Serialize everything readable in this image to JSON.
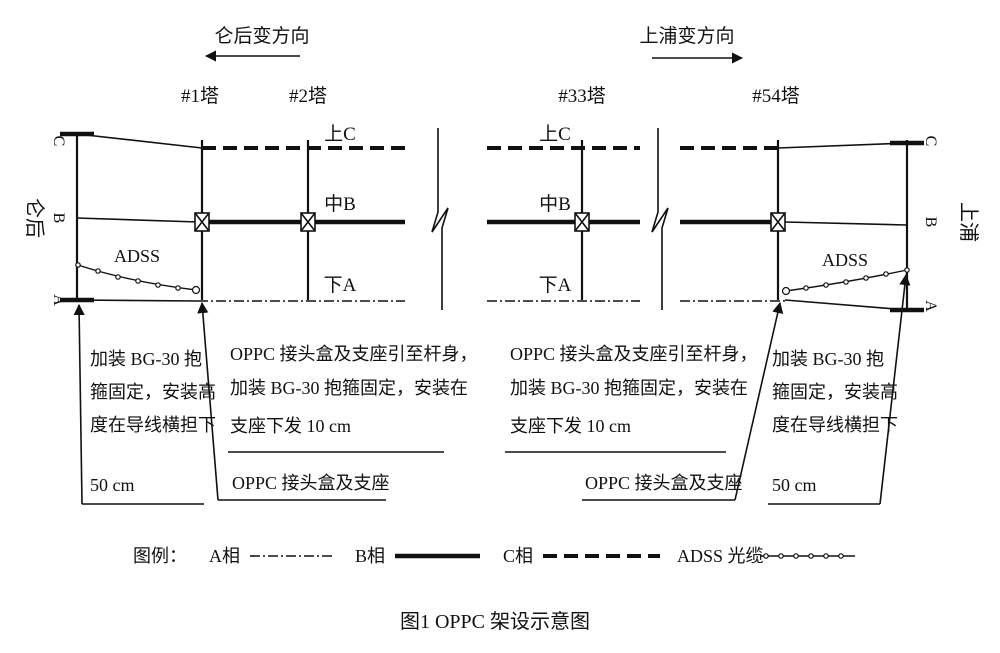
{
  "directions": {
    "left": "仑后变方向",
    "right": "上浦变方向"
  },
  "towers": [
    "#1塔",
    "#2塔",
    "#33塔",
    "#54塔"
  ],
  "phase_labels": {
    "upper_c": "上C",
    "middle_b": "中B",
    "lower_a": "下A"
  },
  "ends": {
    "left_name": "仑后",
    "right_name": "上浦",
    "c": "C",
    "b": "B",
    "a": "A"
  },
  "adss_label": "ADSS",
  "annotations": {
    "left_clamp": [
      "加装 BG-30 抱",
      "箍固定，安装高",
      "度在导线横担下",
      "50 cm"
    ],
    "center_left": [
      "OPPC 接头盒及支座引至杆身，",
      "加装 BG-30 抱箍固定，安装在",
      "支座下发 10 cm"
    ],
    "center_right": [
      "OPPC 接头盒及支座引至杆身，",
      "加装 BG-30 抱箍固定，安装在",
      "支座下发 10 cm"
    ],
    "right_clamp": [
      "加装 BG-30 抱",
      "箍固定，安装高",
      "度在导线横担下",
      "50 cm"
    ],
    "joint_left": "OPPC 接头盒及支座",
    "joint_right": "OPPC 接头盒及支座"
  },
  "legend": {
    "title": "图例：",
    "a": "A相",
    "b": "B相",
    "c": "C相",
    "adss": "ADSS 光缆"
  },
  "caption": "图1 OPPC 架设示意图"
}
